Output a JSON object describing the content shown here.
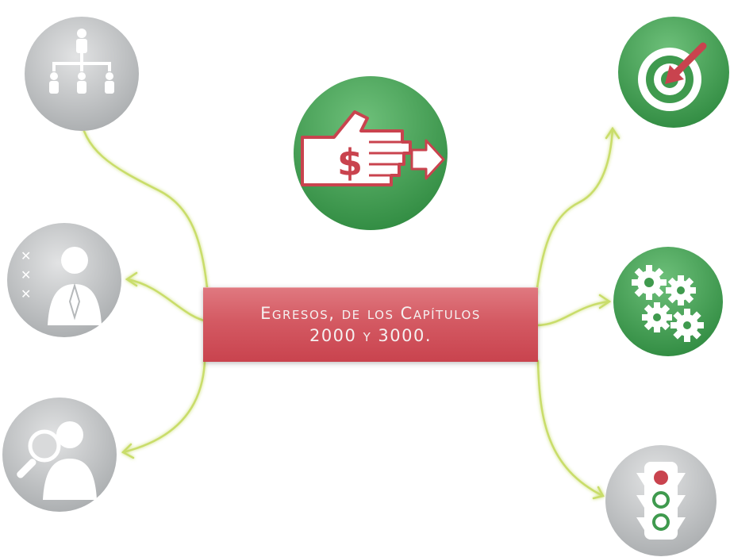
{
  "central_topic": {
    "line1": "Egresos, de los Capítulos",
    "line2": "2000 y 3000."
  },
  "colors": {
    "central_box": "#d14c56",
    "connector": "#cfe27a",
    "green_node": "#3f9a4e",
    "gray_node": "#b9bcbe",
    "accent_red": "#c9434e"
  },
  "nodes": [
    {
      "name": "org-chart-icon",
      "side": "left"
    },
    {
      "name": "person-checklist-icon",
      "side": "left"
    },
    {
      "name": "person-magnifier-icon",
      "side": "left"
    },
    {
      "name": "hand-money-arrow-icon",
      "side": "top"
    },
    {
      "name": "target-arrow-icon",
      "side": "right"
    },
    {
      "name": "gears-icon",
      "side": "right"
    },
    {
      "name": "traffic-light-icon",
      "side": "right"
    }
  ]
}
